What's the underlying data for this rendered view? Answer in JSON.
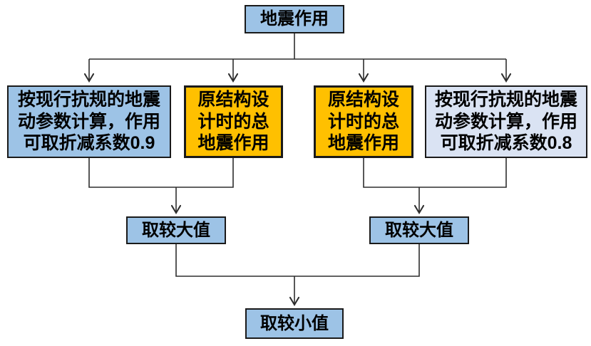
{
  "diagram": {
    "root": {
      "label": "地震作用"
    },
    "branches": [
      {
        "lines": [
          "按现行抗规的地震",
          "动参数计算，作用",
          "可取折减系数0.9"
        ]
      },
      {
        "lines": [
          "原结构设",
          "计时的总",
          "地震作用"
        ]
      },
      {
        "lines": [
          "原结构设",
          "计时的总",
          "地震作用"
        ]
      },
      {
        "lines": [
          "按现行抗规的地震",
          "动参数计算，作用",
          "可取折减系数0.8"
        ]
      }
    ],
    "max_left": {
      "label": "取较大值"
    },
    "max_right": {
      "label": "取较大值"
    },
    "min": {
      "label": "取较小值"
    }
  },
  "colors": {
    "node_blue": "#9DC3E6",
    "node_orange": "#FFC000",
    "node_pale": "#DAE3F3",
    "border_color": "#1a1a1a",
    "line_color": "#2e2e2e",
    "text_color": "#000000"
  }
}
